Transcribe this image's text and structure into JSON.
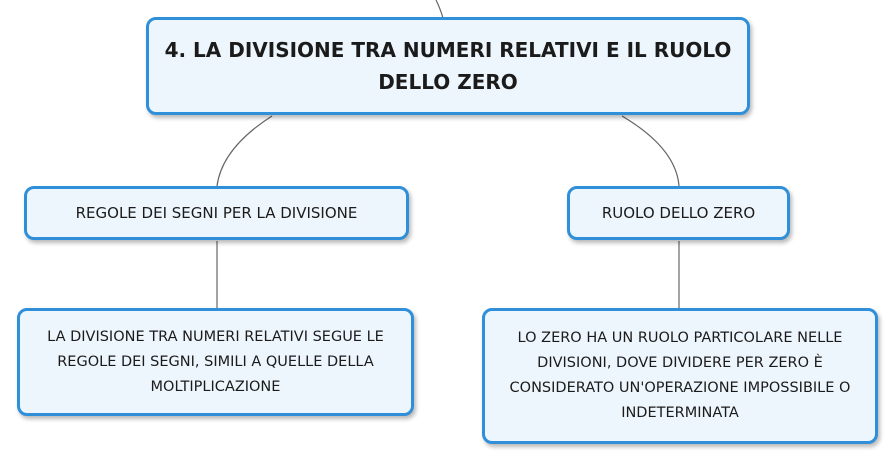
{
  "root": {
    "title": "4. LA DIVISIONE TRA NUMERI RELATIVI E IL RUOLO DELLO ZERO"
  },
  "branches": [
    {
      "label": "REGOLE DEI SEGNI PER LA DIVISIONE",
      "detail": "LA DIVISIONE TRA NUMERI RELATIVI SEGUE LE REGOLE DEI SEGNI, SIMILI A QUELLE DELLA MOLTIPLICAZIONE"
    },
    {
      "label": "RUOLO DELLO ZERO",
      "detail": "LO ZERO HA UN RUOLO PARTICOLARE NELLE DIVISIONI, DOVE DIVIDERE PER ZERO È CONSIDERATO UN'OPERAZIONE IMPOSSIBILE O INDETERMINATA"
    }
  ],
  "colors": {
    "node_border": "#2f8fd8",
    "node_fill": "#eef6fd",
    "connector": "#666666"
  }
}
